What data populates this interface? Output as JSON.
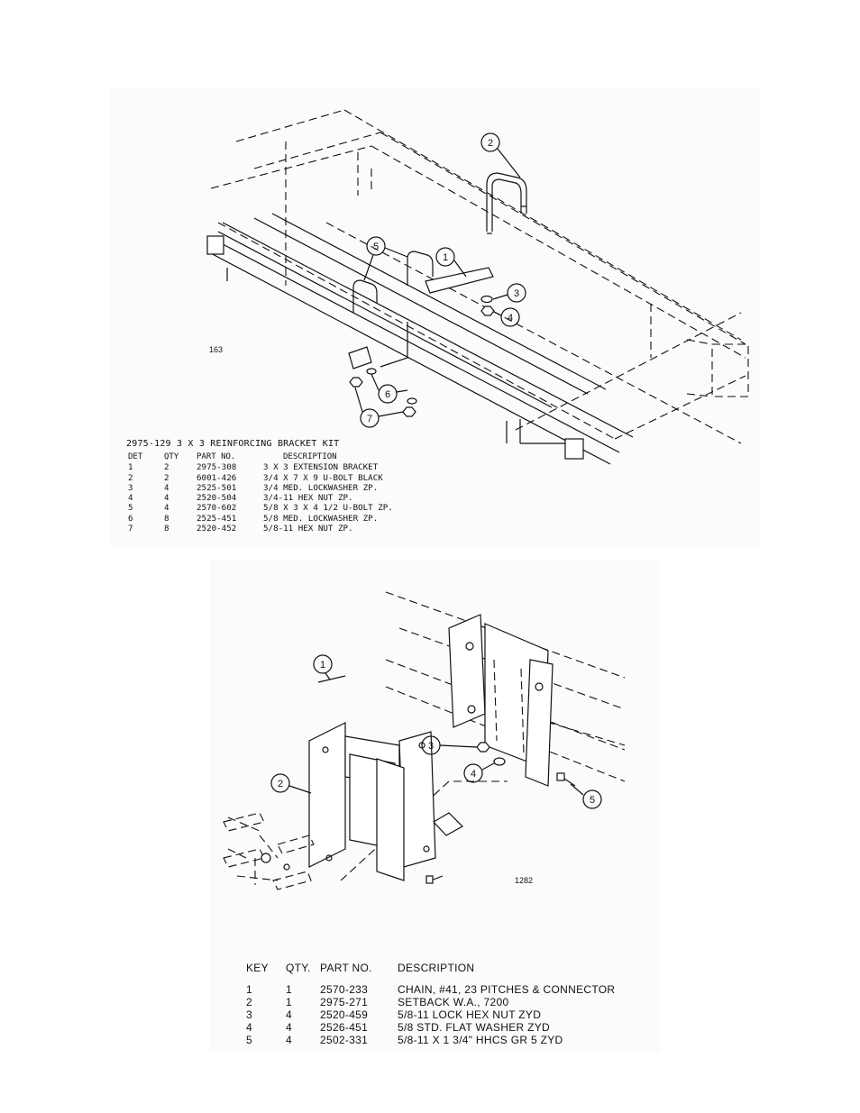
{
  "top_diagram": {
    "drawing_number": "163",
    "callouts": [
      "2",
      "1",
      "5",
      "3",
      "4",
      "6",
      "7"
    ],
    "kit_title": "2975-129 3 X 3 REINFORCING BRACKET KIT",
    "headers": [
      "DET",
      "QTY",
      "PART NO.",
      "DESCRIPTION"
    ],
    "rows": [
      [
        "1",
        "2",
        "2975-308",
        "3 X 3 EXTENSION BRACKET"
      ],
      [
        "2",
        "2",
        "6001-426",
        "3/4 X 7 X 9 U-BOLT BLACK"
      ],
      [
        "3",
        "4",
        "2525-501",
        "3/4 MED. LOCKWASHER ZP."
      ],
      [
        "4",
        "4",
        "2520-504",
        "3/4-11 HEX NUT ZP."
      ],
      [
        "5",
        "4",
        "2570-602",
        "5/8 X 3 X 4 1/2 U-BOLT ZP."
      ],
      [
        "6",
        "8",
        "2525-451",
        "5/8 MED. LOCKWASHER ZP."
      ],
      [
        "7",
        "8",
        "2520-452",
        "5/8-11 HEX NUT ZP."
      ]
    ]
  },
  "bottom_diagram": {
    "drawing_number": "1282",
    "callouts": [
      "1",
      "2",
      "3",
      "4",
      "5"
    ],
    "headers": [
      "KEY",
      "QTY.",
      "PART NO.",
      "DESCRIPTION"
    ],
    "rows": [
      [
        "1",
        "1",
        "2570-233",
        "CHAIN, #41, 23 PITCHES & CONNECTOR"
      ],
      [
        "2",
        "1",
        "2975-271",
        "SETBACK W.A., 7200"
      ],
      [
        "3",
        "4",
        "2520-459",
        "5/8-11 LOCK HEX NUT ZYD"
      ],
      [
        "4",
        "4",
        "2526-451",
        "5/8 STD. FLAT WASHER ZYD"
      ],
      [
        "5",
        "4",
        "2502-331",
        "5/8-11 X 1 3/4\" HHCS GR 5 ZYD"
      ]
    ]
  }
}
